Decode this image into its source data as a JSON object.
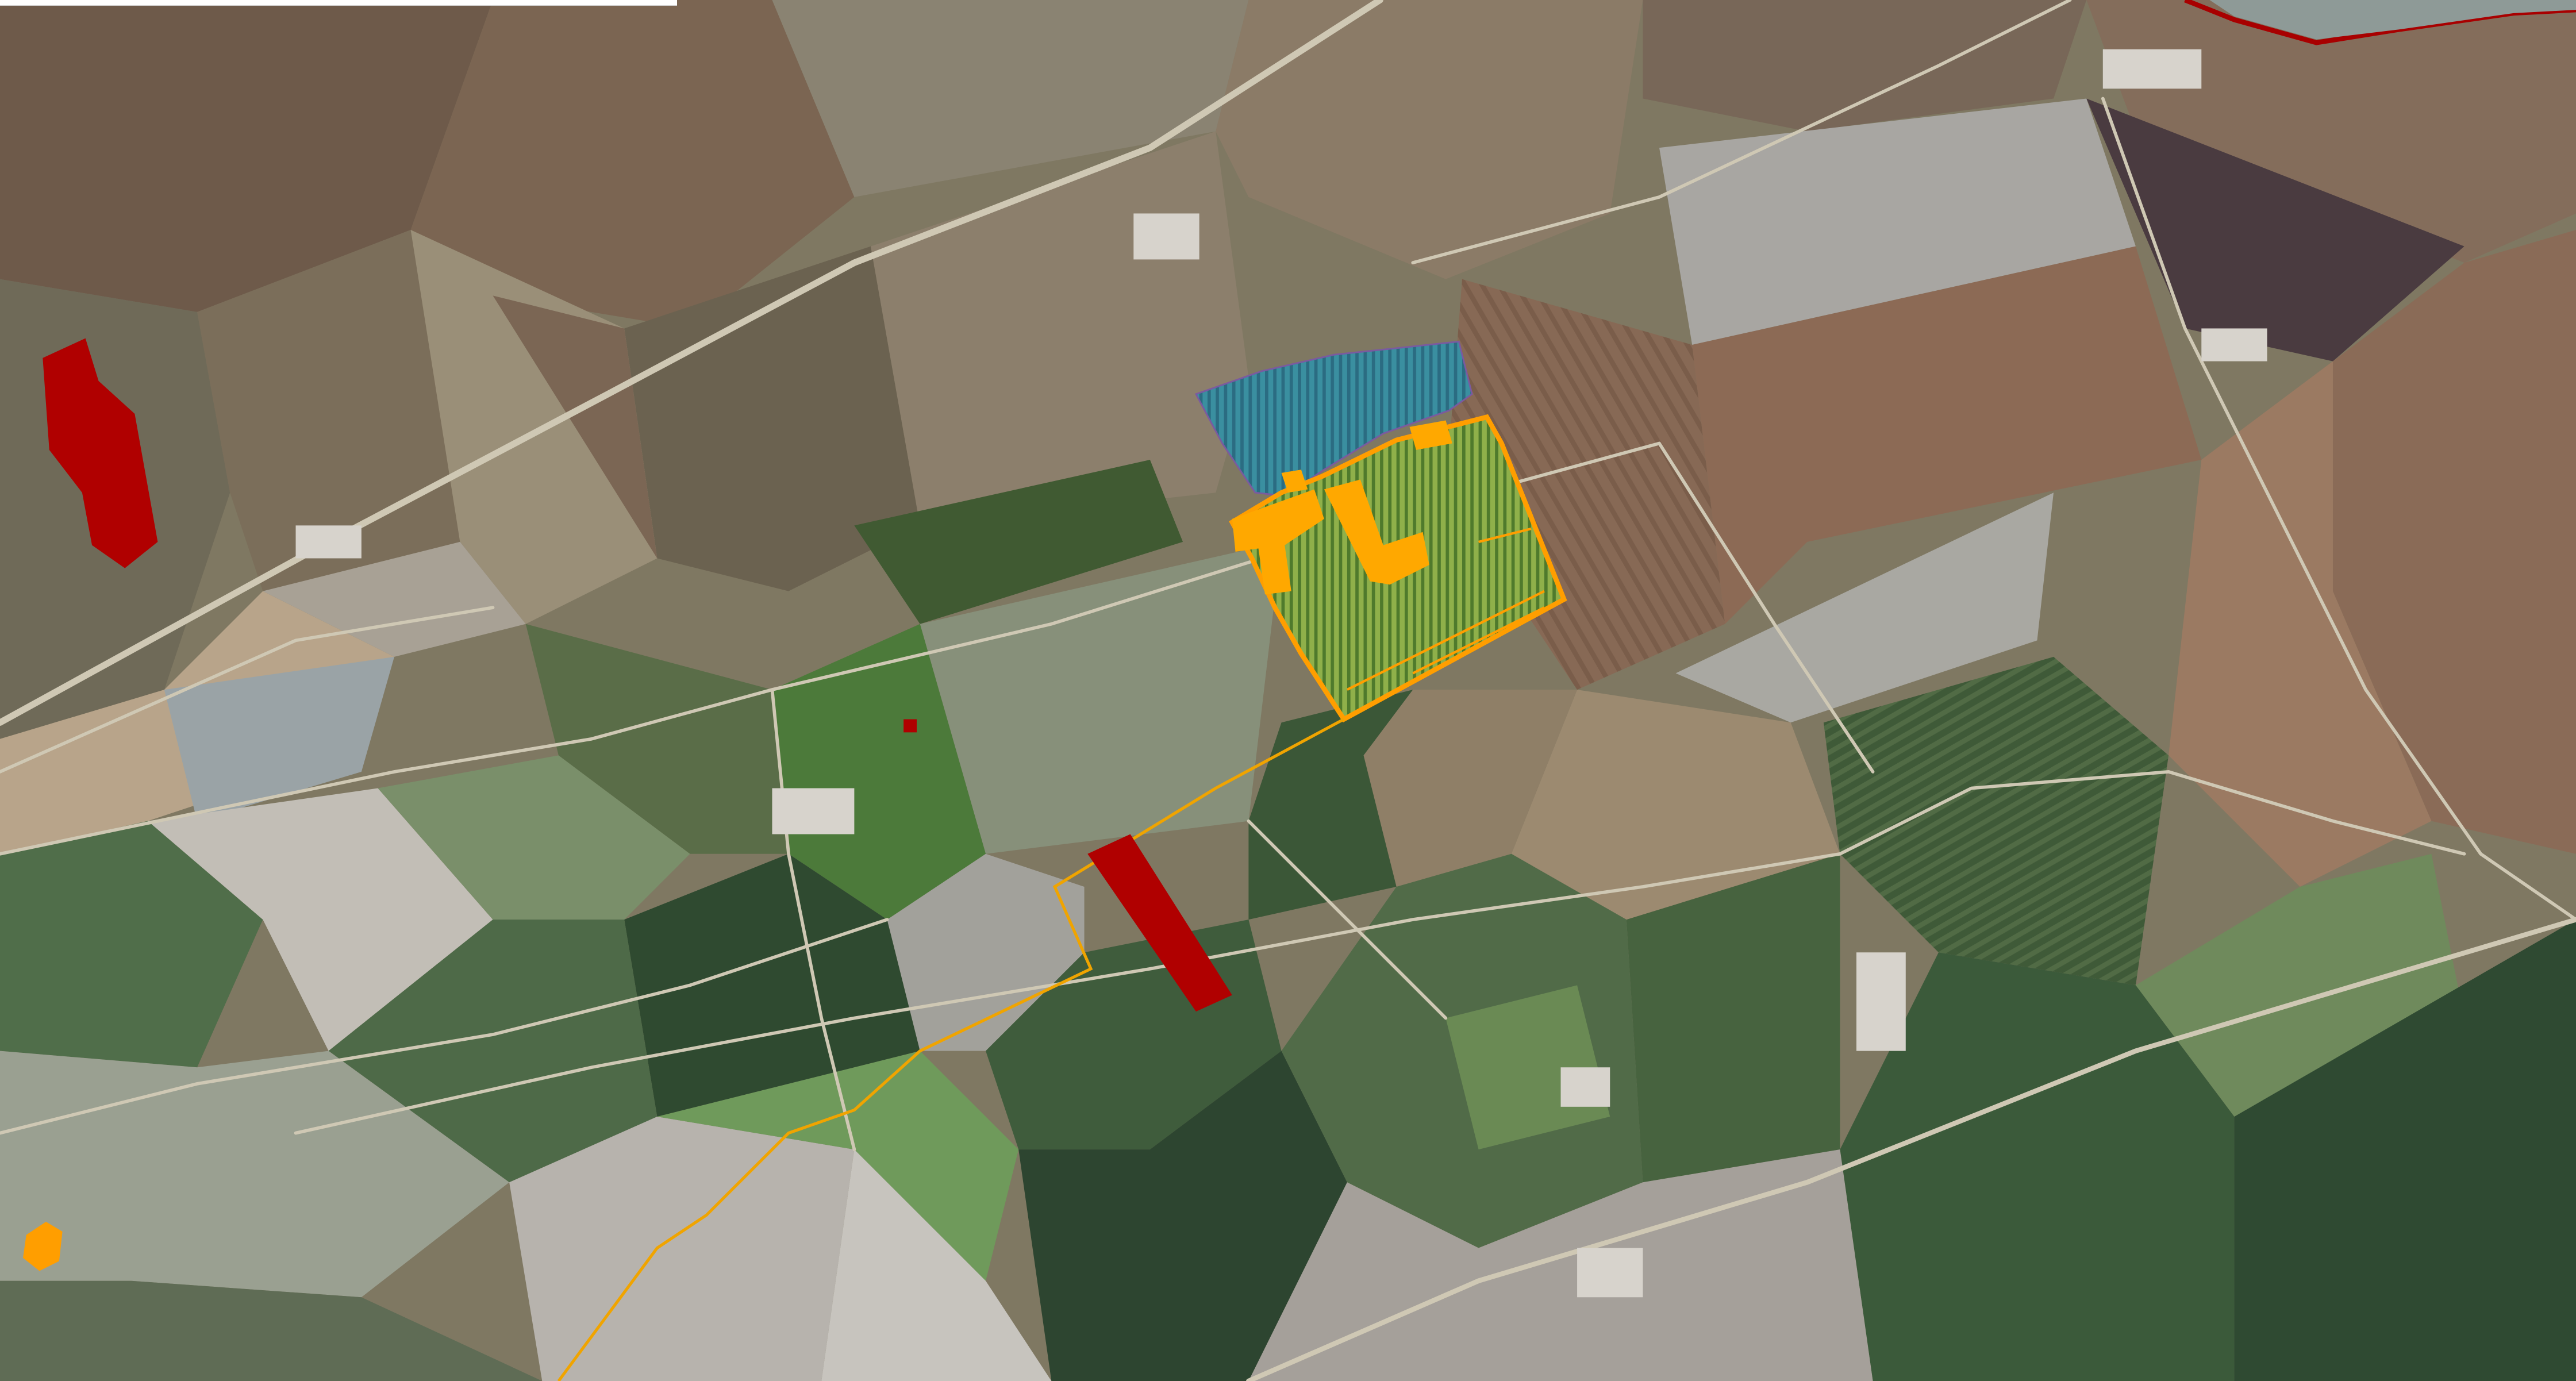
{
  "map": {
    "type": "satellite-imagery",
    "labels": []
  },
  "colors": {
    "red_overlay": "#b00000",
    "orange_overlay": "#ff9e00",
    "teal_overlay": "#2e7d8f",
    "green_hatch": "#6f9a2e",
    "route_line": "#f0a400",
    "boundary_red": "#a80000",
    "road": "#cfc8b4"
  },
  "layers": [
    {
      "id": "project-site-orange",
      "kind": "polygon"
    },
    {
      "id": "teal-hatched-area",
      "kind": "polygon"
    },
    {
      "id": "red-parcel-west",
      "kind": "polygon"
    },
    {
      "id": "red-parcel-south",
      "kind": "polygon"
    },
    {
      "id": "red-point",
      "kind": "point"
    },
    {
      "id": "orange-point",
      "kind": "point"
    },
    {
      "id": "cable-route",
      "kind": "line"
    },
    {
      "id": "red-boundary-ne",
      "kind": "line"
    }
  ]
}
